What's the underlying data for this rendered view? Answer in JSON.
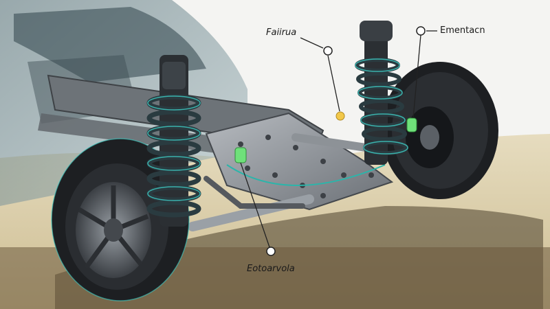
{
  "callouts": [
    {
      "text": "Faiirua"
    },
    {
      "text": "Ementacn"
    },
    {
      "text": "Eotoarvola"
    }
  ],
  "colors": {
    "tire": "#1d1f22",
    "spring": "#2a3b40",
    "spring_highlight": "#3fd0c8",
    "frame_metal": "#8b8f94",
    "sand": "#d9cba4",
    "car_glass": "#7d9aa3",
    "marker_yellow": "#f2c84a",
    "sensor_green": "#6fe07a"
  }
}
